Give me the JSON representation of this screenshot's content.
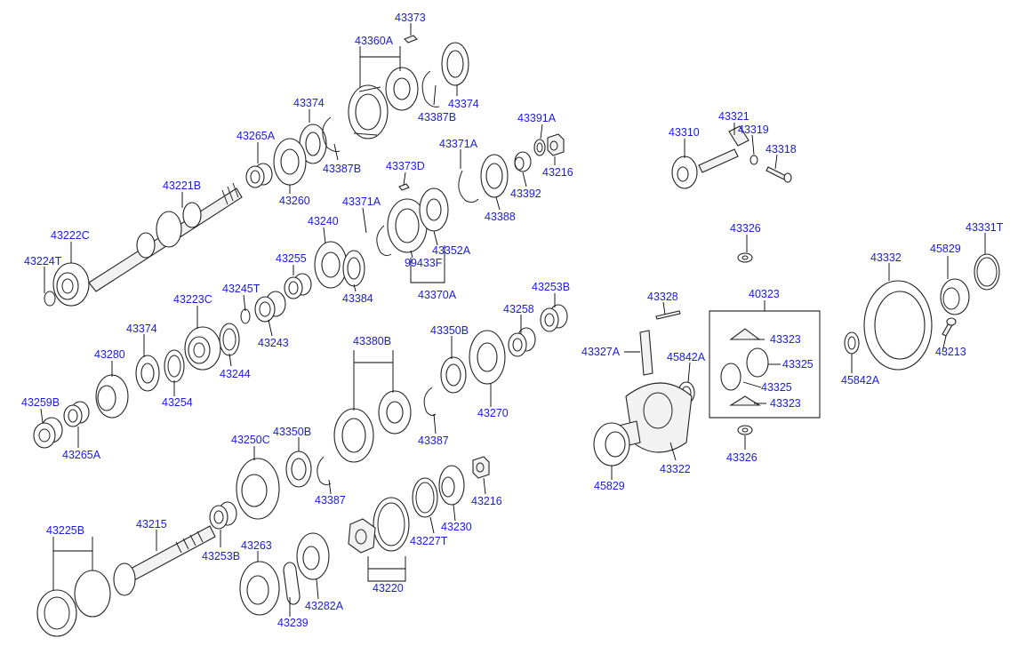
{
  "colors": {
    "label": "#1a1ae6",
    "line": "#000000",
    "background": "#ffffff"
  },
  "labels": [
    {
      "id": "l1",
      "text": "43373"
    },
    {
      "id": "l2",
      "text": "43360A"
    },
    {
      "id": "l3",
      "text": "43374"
    },
    {
      "id": "l4",
      "text": "43387B"
    },
    {
      "id": "l5",
      "text": "43374"
    },
    {
      "id": "l6",
      "text": "43265A"
    },
    {
      "id": "l7",
      "text": "43387B"
    },
    {
      "id": "l8",
      "text": "43391A"
    },
    {
      "id": "l9",
      "text": "43216"
    },
    {
      "id": "l10",
      "text": "43371A"
    },
    {
      "id": "l11",
      "text": "43392"
    },
    {
      "id": "l12",
      "text": "43373D"
    },
    {
      "id": "l13",
      "text": "43388"
    },
    {
      "id": "l14",
      "text": "43221B"
    },
    {
      "id": "l15",
      "text": "43260"
    },
    {
      "id": "l16",
      "text": "43371A"
    },
    {
      "id": "l17",
      "text": "43240"
    },
    {
      "id": "l18",
      "text": "43352A"
    },
    {
      "id": "l19",
      "text": "99433F"
    },
    {
      "id": "l20",
      "text": "43222C"
    },
    {
      "id": "l21",
      "text": "43255"
    },
    {
      "id": "l22",
      "text": "43224T"
    },
    {
      "id": "l23",
      "text": "43384"
    },
    {
      "id": "l24",
      "text": "43370A"
    },
    {
      "id": "l25",
      "text": "43245T"
    },
    {
      "id": "l26",
      "text": "43223C"
    },
    {
      "id": "l27",
      "text": "43253B"
    },
    {
      "id": "l28",
      "text": "43243"
    },
    {
      "id": "l29",
      "text": "43258"
    },
    {
      "id": "l30",
      "text": "43374"
    },
    {
      "id": "l31",
      "text": "43350B"
    },
    {
      "id": "l32",
      "text": "43380B"
    },
    {
      "id": "l33",
      "text": "43280"
    },
    {
      "id": "l34",
      "text": "43244"
    },
    {
      "id": "l35",
      "text": "43254"
    },
    {
      "id": "l36",
      "text": "43270"
    },
    {
      "id": "l37",
      "text": "43387"
    },
    {
      "id": "l38",
      "text": "43259B"
    },
    {
      "id": "l39",
      "text": "43265A"
    },
    {
      "id": "l40",
      "text": "43250C"
    },
    {
      "id": "l41",
      "text": "43350B"
    },
    {
      "id": "l42",
      "text": "43387"
    },
    {
      "id": "l43",
      "text": "43216"
    },
    {
      "id": "l44",
      "text": "43225B"
    },
    {
      "id": "l45",
      "text": "43215"
    },
    {
      "id": "l46",
      "text": "43230"
    },
    {
      "id": "l47",
      "text": "43227T"
    },
    {
      "id": "l48",
      "text": "43253B"
    },
    {
      "id": "l49",
      "text": "43263"
    },
    {
      "id": "l50",
      "text": "43220"
    },
    {
      "id": "l51",
      "text": "43282A"
    },
    {
      "id": "l52",
      "text": "43239"
    },
    {
      "id": "l53",
      "text": "43321"
    },
    {
      "id": "l54",
      "text": "43310"
    },
    {
      "id": "l55",
      "text": "43319"
    },
    {
      "id": "l56",
      "text": "43318"
    },
    {
      "id": "l57",
      "text": "43326"
    },
    {
      "id": "l58",
      "text": "43331T"
    },
    {
      "id": "l59",
      "text": "43332"
    },
    {
      "id": "l60",
      "text": "45829"
    },
    {
      "id": "l61",
      "text": "43328"
    },
    {
      "id": "l62",
      "text": "40323"
    },
    {
      "id": "l63",
      "text": "43327A"
    },
    {
      "id": "l64",
      "text": "45842A"
    },
    {
      "id": "l65",
      "text": "43323"
    },
    {
      "id": "l66",
      "text": "43325"
    },
    {
      "id": "l67",
      "text": "43213"
    },
    {
      "id": "l68",
      "text": "43325"
    },
    {
      "id": "l69",
      "text": "45842A"
    },
    {
      "id": "l70",
      "text": "43323"
    },
    {
      "id": "l71",
      "text": "43322"
    },
    {
      "id": "l72",
      "text": "43326"
    },
    {
      "id": "l73",
      "text": "45829"
    }
  ]
}
